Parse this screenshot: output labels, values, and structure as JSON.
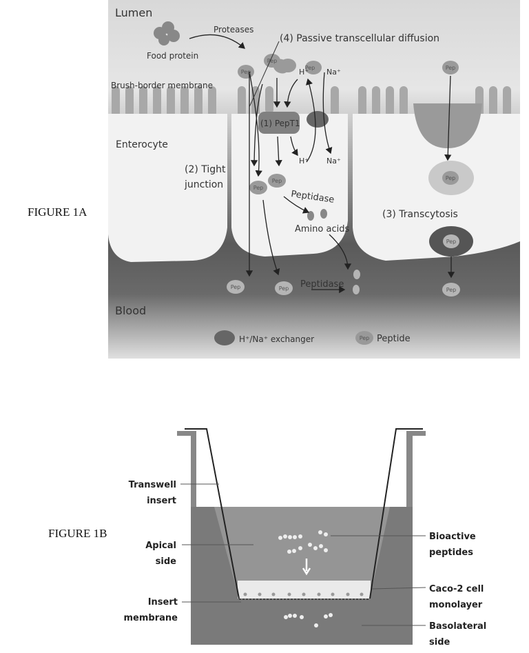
{
  "figure_1a": {
    "label": "FIGURE 1A",
    "lumen": "Lumen",
    "blood": "Blood",
    "food_protein": "Food protein",
    "proteases": "Proteases",
    "passive_diffusion": "(4) Passive transcellular diffusion",
    "brush_border": "Brush-border membrane",
    "enterocyte": "Enterocyte",
    "pept1": "(1) PepT1",
    "tight_junction_1": "(2) Tight",
    "tight_junction_2": "junction",
    "h_plus_top": "H⁺",
    "na_plus_top": "Na⁺",
    "h_plus_bottom": "H⁺",
    "na_plus_bottom": "Na⁺",
    "peptidase_cell": "Peptidase",
    "amino_acids": "Amino acids",
    "transcytosis": "(3) Transcytosis",
    "peptidase_blood": "Peptidase",
    "pep": "Pep",
    "legend": {
      "exchanger": "H⁺/Na⁺ exchanger",
      "peptide": "Peptide"
    }
  },
  "figure_1b": {
    "label": "FIGURE 1B",
    "transwell_1": "Transwell",
    "transwell_2": "insert",
    "apical_1": "Apical",
    "apical_2": "side",
    "membrane_1": "Insert",
    "membrane_2": "membrane",
    "bioactive_1": "Bioactive",
    "bioactive_2": "peptides",
    "caco_1": "Caco-2 cell",
    "caco_2": "monolayer",
    "basolateral_1": "Basolateral",
    "basolateral_2": "side"
  }
}
